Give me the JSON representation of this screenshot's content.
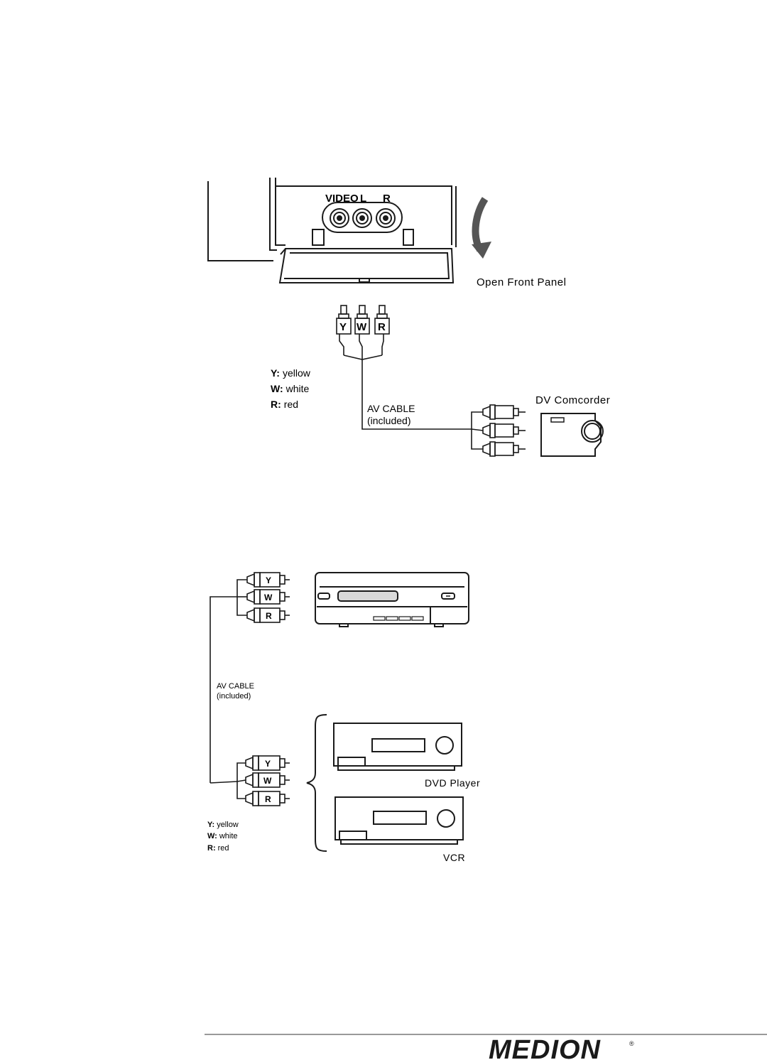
{
  "top_diagram": {
    "jack_labels": {
      "video": "VIDEO",
      "l": "L",
      "r": "R"
    },
    "open_panel_label": "Open Front Panel",
    "plug_letters": [
      "Y",
      "W",
      "R"
    ],
    "legend": [
      {
        "key": "Y:",
        "value": "yellow"
      },
      {
        "key": "W:",
        "value": "white"
      },
      {
        "key": "R:",
        "value": "red"
      }
    ],
    "cable_label_line1": "AV CABLE",
    "cable_label_line2": "(included)",
    "device_label": "DV Comcorder"
  },
  "bottom_diagram": {
    "plug_letters": [
      "Y",
      "W",
      "R"
    ],
    "cable_label_line1": "AV CABLE",
    "cable_label_line2": "(included)",
    "legend": [
      {
        "key": "Y:",
        "value": "yellow"
      },
      {
        "key": "W:",
        "value": "white"
      },
      {
        "key": "R:",
        "value": "red"
      }
    ],
    "device1_label": "DVD Player",
    "device2_label": "VCR"
  },
  "footer": {
    "brand": "MEDION",
    "registered_mark": "®"
  }
}
